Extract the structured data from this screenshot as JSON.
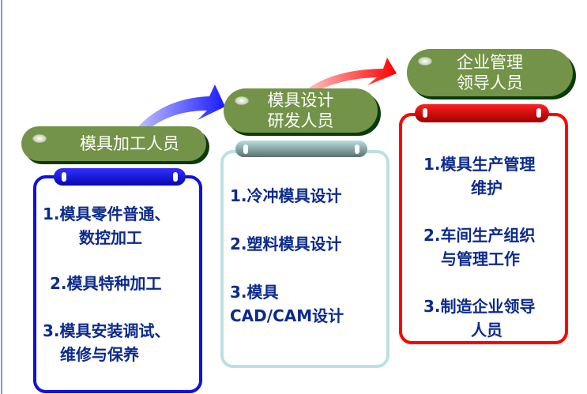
{
  "columns": [
    {
      "title_lines": [
        "模具加工人员"
      ],
      "color": "#1010e0",
      "items": [
        [
          "1.模具零件普通、",
          "数控加工"
        ],
        [
          "2.模具特种加工"
        ],
        [
          "3.模具安装调试、",
          "维修与保养"
        ]
      ]
    },
    {
      "title_lines": [
        "模具设计",
        "研发人员"
      ],
      "color": "#bde0e0",
      "items": [
        [
          "1.冷冲模具设计"
        ],
        [
          "2.塑料模具设计"
        ],
        [
          "3.模具",
          "CAD/CAM设计"
        ]
      ]
    },
    {
      "title_lines": [
        "企业管理",
        "领导人员"
      ],
      "color": "#ff0000",
      "items": [
        [
          "1.模具生产管理",
          "维护"
        ],
        [
          "2.车间生产组织",
          "与管理工作"
        ],
        [
          "3.制造企业领导",
          "人员"
        ]
      ]
    }
  ],
  "arrows": [
    {
      "from": "模具加工人员",
      "to": "模具设计研发人员",
      "color": "#1a1aff"
    },
    {
      "from": "模具设计研发人员",
      "to": "企业管理领导人员",
      "color": "#ff0000"
    }
  ]
}
